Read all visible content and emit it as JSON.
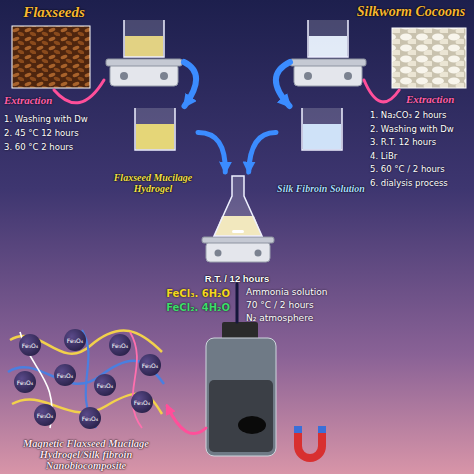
{
  "diagram": {
    "nodes": [
      {
        "text": [
          "Flaxseeds"
        ]
      },
      {
        "text": [
          "Silkworm Cocoons"
        ]
      },
      {
        "text": [
          "Flaxseed Mucilage Hydrogel"
        ]
      },
      {
        "text": [
          "Silk Fibroin Solution"
        ]
      },
      {
        "text": [
          "R.T. / 12 hours"
        ]
      },
      {
        "text": [
          "Magnetic Flaxseed Mucilage Hydrogel/Silk fibroin Nanobiocomposite"
        ]
      }
    ],
    "edges": [
      {
        "from": 0,
        "to": 2,
        "label": "Extraction",
        "arrow": "to"
      },
      {
        "from": 1,
        "to": 3,
        "label": "Extraction",
        "arrow": "to"
      },
      {
        "from": 2,
        "to": 4,
        "arrow": "to"
      },
      {
        "from": 3,
        "to": 4,
        "arrow": "to"
      },
      {
        "from": 4,
        "to": 5,
        "arrow": "to"
      }
    ],
    "labels": [
      "1. Washing with Dw",
      "2. 45 °C 12 hours",
      "3. 60 °C 2 hours",
      "1. Na₂CO₃ 2 hours",
      "2. Washing with Dw",
      "3. R.T. 12 hours",
      "4. LiBr",
      "5. 60 °C / 2 hours",
      "6. dialysis process",
      "FeCl₃. 6H₂O",
      "FeCl₂. 4H₂O",
      "Ammonia solution",
      "70 °C / 2 hours",
      "N₂ atmosphere",
      "Fe₃O₄",
      "Fe₃O₄",
      "Fe₃O₄",
      "Fe₃O₄",
      "Fe₃O₄",
      "Fe₃O₄",
      "Fe₃O₄",
      "Fe₃O₄",
      "Fe₃O₄",
      "Fe₃O₄"
    ]
  }
}
